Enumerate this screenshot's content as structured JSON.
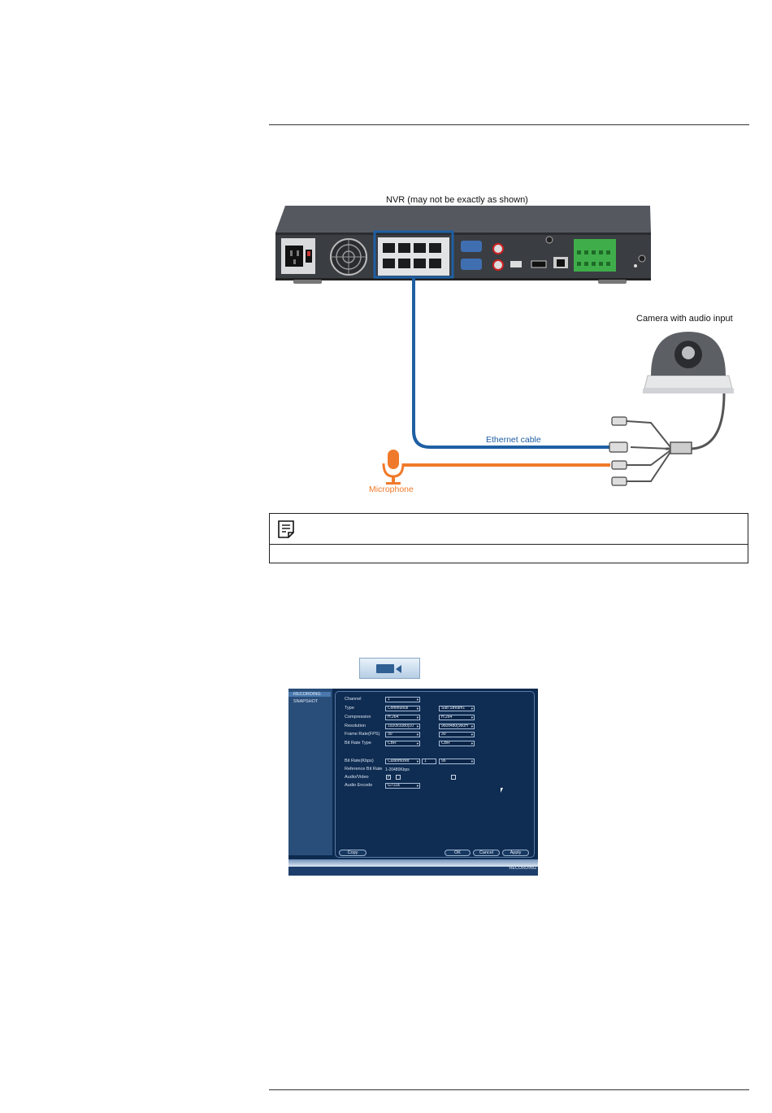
{
  "diagram": {
    "nvr_label": "NVR (may not be exactly as shown)",
    "camera_label": "Camera with audio input",
    "ethernet_label": "Ethernet cable",
    "microphone_label": "Microphone",
    "colors": {
      "ethernet": "#1f5fa3",
      "microphone": "#f07a2b",
      "nvr_body": "#3a3d42"
    }
  },
  "note": {
    "text": ""
  },
  "record_icon": "record-camera-icon",
  "dvr": {
    "sidebar": [
      "RECORDING",
      "SNAPSHOT"
    ],
    "labels": [
      "Channel",
      "Type",
      "Compression",
      "Resolution",
      "Frame Rate(FPS)",
      "Bit Rate Type",
      "Bit Rate(Kbps)",
      "Reference Bit Rate",
      "Audio/Video",
      "Audio Encode"
    ],
    "main_stream": {
      "channel": "1",
      "type": "Continuous",
      "compression": "H.264",
      "resolution": "1920x1080(10",
      "fps": "30",
      "bitrate_type": "CBR",
      "bitrate": "Customized",
      "bitrate_value": "1",
      "reference": "1-20480Kbps",
      "audio_encode": "G711a"
    },
    "sub_stream": {
      "type": "Sub Stream1",
      "compression": "H.264",
      "resolution": "960x480(960H",
      "fps": "30",
      "bitrate_type": "CBR",
      "bitrate": "96"
    },
    "buttons": {
      "copy": "Copy",
      "ok": "OK",
      "cancel": "Cancel",
      "apply": "Apply"
    },
    "bottom_tab": "RECORDING"
  }
}
